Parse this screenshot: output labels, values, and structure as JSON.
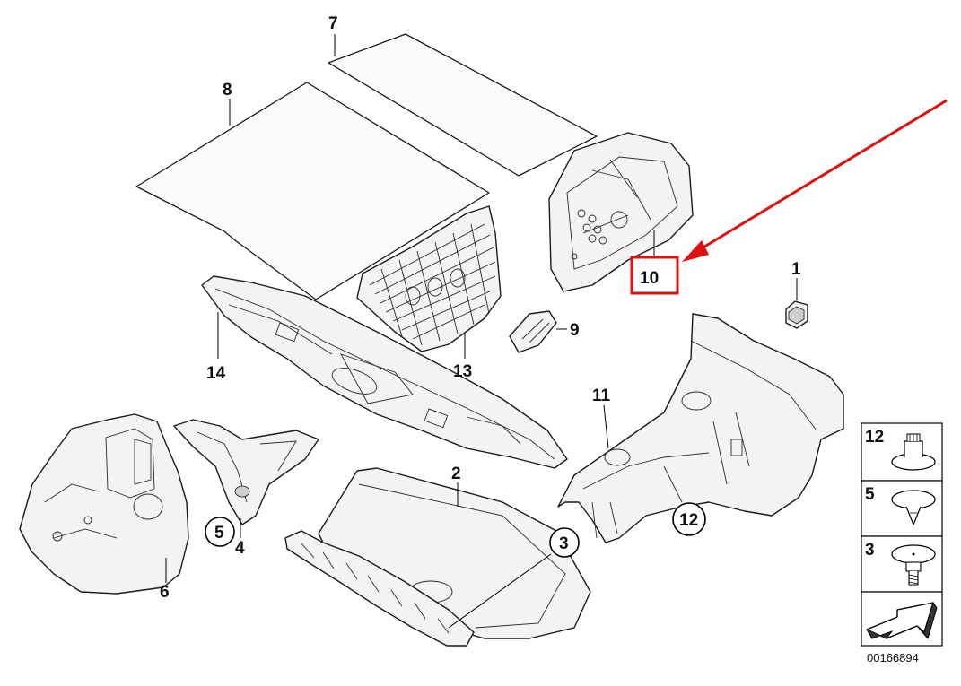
{
  "labels": {
    "l1": "1",
    "l2": "2",
    "l3": "3",
    "l4": "4",
    "l5": "5",
    "l6": "6",
    "l7": "7",
    "l8": "8",
    "l9": "9",
    "l10": "10",
    "l11": "11",
    "l12": "12",
    "l13": "13",
    "l14": "14"
  },
  "legend": {
    "item_a": "12",
    "item_b": "5",
    "item_c": "3"
  },
  "reference_number": "00166894",
  "colors": {
    "highlight": "#e01010",
    "ink": "#1a1a1a"
  }
}
